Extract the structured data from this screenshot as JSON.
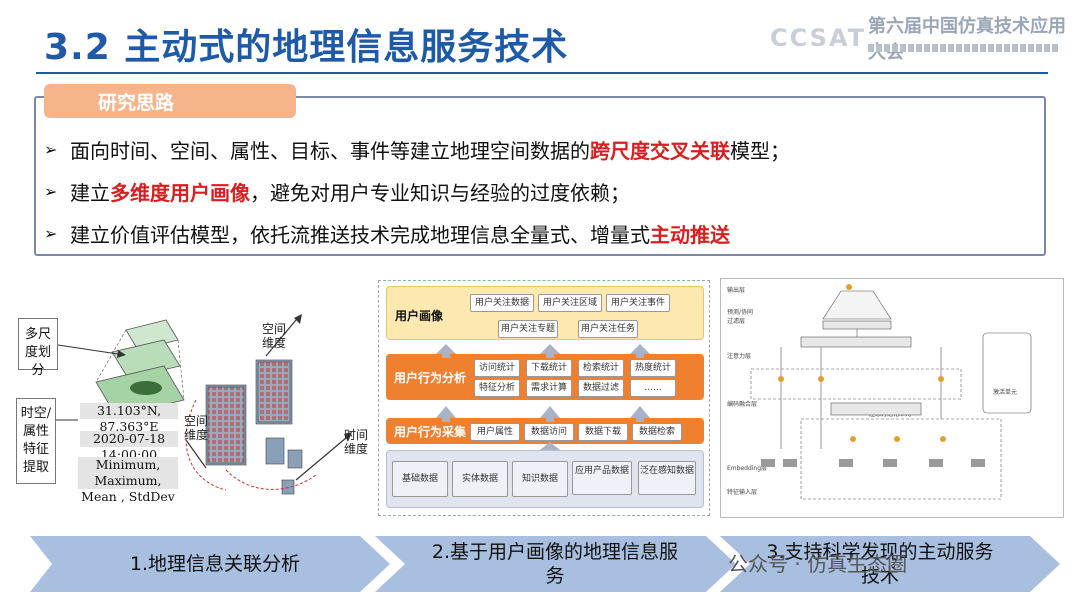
{
  "header": {
    "title": "3.2 主动式的地理信息服务技术",
    "logo_text": "CCSAT",
    "conference_text": "第六届中国仿真技术应用大会"
  },
  "research": {
    "tag": "研究思路",
    "bullets": [
      {
        "pre": "面向时间、空间、属性、目标、事件等建立地理空间数据的",
        "hl": "跨尺度交叉关联",
        "post": "模型；"
      },
      {
        "pre": "建立",
        "hl": "多维度用户画像",
        "post": "，避免对用户专业知识与经验的过度依赖；"
      },
      {
        "pre": "建立价值评估模型，依托流推送技术完成地理信息全量式、增量式",
        "hl": "主动推送",
        "post": ""
      }
    ]
  },
  "left_diagram": {
    "box1": "多尺度划分",
    "box2": "时空/属性特征提取",
    "values": [
      "31.103°N, 87.363°E",
      "2020-07-18 14:00:00",
      "Minimum, Maximum, Mean , StdDev"
    ],
    "axis_space": "空间维度",
    "axis_space2": "空间维度",
    "axis_time": "时间维度"
  },
  "middle_diagram": {
    "layer1": {
      "title": "用户画像",
      "chips": [
        "用户关注数据",
        "用户关注区域",
        "用户关注事件",
        "用户关注专题",
        "用户关注任务"
      ]
    },
    "layer2": {
      "title": "用户行为分析",
      "chips": [
        "访问统计",
        "下载统计",
        "检索统计",
        "热度统计",
        "特征分析",
        "需求计算",
        "数据过滤",
        "......"
      ]
    },
    "layer3": {
      "title": "用户行为采集",
      "chips": [
        "用户属性",
        "数据访问",
        "数据下载",
        "数据检索"
      ]
    },
    "layer4": {
      "chips": [
        "基础数据",
        "实体数据",
        "知识数据",
        "应用产品数据",
        "泛在感知数据"
      ]
    }
  },
  "right_diagram": {
    "labels": [
      "输出层",
      "预测/协同过滤层",
      "注意力层",
      "编码融合层",
      "Embedding层",
      "特征输入层"
    ],
    "center_label": "注意力池化单元",
    "side_label": "激活单元"
  },
  "steps": [
    {
      "label": "1.地理信息关联分析"
    },
    {
      "label": "2.基于用户画像的地理信息服务"
    },
    {
      "label": "3.支持科学发现的主动服务技术"
    }
  ],
  "watermark": "公众号 · 仿真生态圈",
  "colors": {
    "title": "#1e5aa8",
    "tag": "#f6b48a",
    "highlight": "#d81e1e",
    "chevron": "#a9bfe0",
    "layer1": "#fde9b0",
    "layer2": "#ef8030",
    "layer3": "#ef8030"
  }
}
